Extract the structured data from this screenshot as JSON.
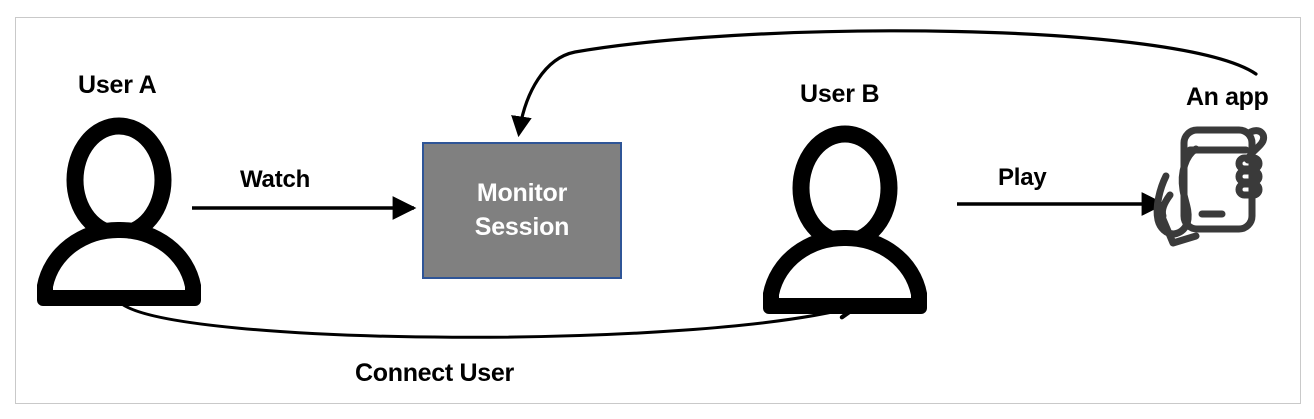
{
  "diagram": {
    "title_text": "",
    "colors": {
      "frame_border": "#c9c9c9",
      "box_fill": "#808080",
      "box_border": "#2f5597",
      "box_text": "#ffffff",
      "line": "#000000",
      "app_icon": "#3a3a3a",
      "background": "#ffffff"
    },
    "nodes": [
      {
        "id": "user-a",
        "label": "User A",
        "kind": "person-icon"
      },
      {
        "id": "monitor-session",
        "label": "Monitor\nSession",
        "kind": "process-box"
      },
      {
        "id": "user-b",
        "label": "User B",
        "kind": "person-icon"
      },
      {
        "id": "an-app",
        "label": "An app",
        "kind": "app-icon"
      }
    ],
    "edges": [
      {
        "id": "watch",
        "label": "Watch",
        "from": "user-a",
        "to": "monitor-session",
        "style": "straight-arrow"
      },
      {
        "id": "play",
        "label": "Play",
        "from": "user-b",
        "to": "an-app",
        "style": "straight-arrow"
      },
      {
        "id": "app-to-monitor",
        "label": "",
        "from": "an-app",
        "to": "monitor-session",
        "style": "curved-arrow-top"
      },
      {
        "id": "connect-user",
        "label": "Connect User",
        "from": "user-a",
        "to": "user-b",
        "style": "curved-arrow-bottom"
      }
    ],
    "icons": {
      "user_a_icon": "person-icon",
      "user_b_icon": "person-icon",
      "app_icon": "hand-holding-phone-icon"
    }
  }
}
